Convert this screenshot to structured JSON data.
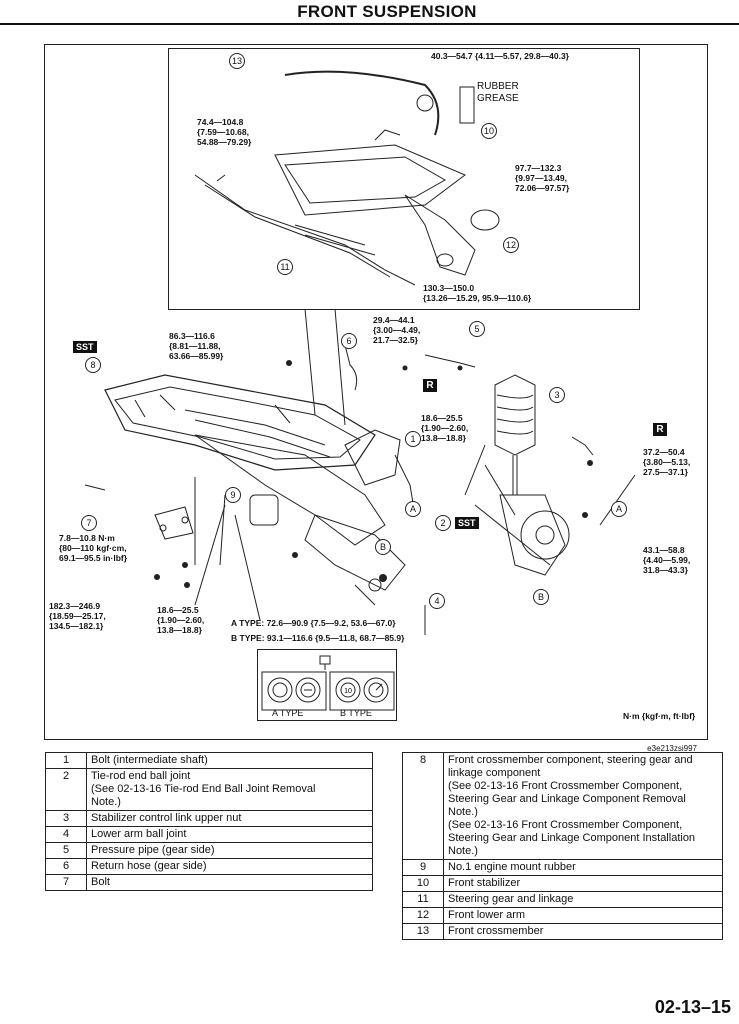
{
  "page": {
    "title": "FRONT SUSPENSION",
    "page_number": "02-13–15",
    "figure_ref": "e3e213zsi997"
  },
  "diagram": {
    "torque_labels": {
      "t1": "40.3—54.7 {4.11—5.57, 29.8—40.3}",
      "t2": "74.4—104.8\n{7.59—10.68,\n54.88—79.29}",
      "t3": "97.7—132.3\n{9.97—13.49,\n72.06—97.57}",
      "t4": "130.3—150.0\n{13.26—15.29, 95.9—110.6}",
      "t5": "86.3—116.6\n{8.81—11.88,\n63.66—85.99}",
      "t6": "29.4—44.1\n{3.00—4.49,\n21.7—32.5}",
      "t7": "18.6—25.5\n{1.90—2.60,\n13.8—18.8}",
      "t8": "37.2—50.4\n{3.80—5.13,\n27.5—37.1}",
      "t9": "7.8—10.8 N·m\n{80—110 kgf·cm,\n69.1—95.5 in·lbf}",
      "t10": "43.1—58.8\n{4.40—5.99,\n31.8—43.3}",
      "t11": "182.3—246.9\n{18.59—25.17,\n134.5—182.1}",
      "t12": "18.6—25.5\n{1.90—2.60,\n13.8—18.8}",
      "t13": "A TYPE: 72.6—90.9 {7.5—9.2, 53.6—67.0}",
      "t14": "B TYPE: 93.1—116.6 {9.5—11.8, 68.7—85.9}"
    },
    "grease_label": "RUBBER\nGREASE",
    "sst_label": "SST",
    "r_label": "R",
    "letter_a": "A",
    "letter_b": "B",
    "legend_a_type": "A TYPE",
    "legend_b_type": "B TYPE",
    "unit_note": "N·m {kgf·m, ft·lbf}",
    "callouts": [
      "1",
      "2",
      "3",
      "4",
      "5",
      "6",
      "7",
      "8",
      "9",
      "10",
      "11",
      "12",
      "13"
    ]
  },
  "parts_left": [
    {
      "num": "1",
      "desc": "Bolt (intermediate shaft)"
    },
    {
      "num": "2",
      "desc": "Tie-rod end ball joint\n(See 02-13-16 Tie-rod End Ball Joint Removal\nNote.)"
    },
    {
      "num": "3",
      "desc": "Stabilizer control link upper nut"
    },
    {
      "num": "4",
      "desc": "Lower arm ball joint"
    },
    {
      "num": "5",
      "desc": "Pressure pipe (gear side)"
    },
    {
      "num": "6",
      "desc": "Return hose (gear side)"
    },
    {
      "num": "7",
      "desc": "Bolt"
    }
  ],
  "parts_right": [
    {
      "num": "8",
      "desc": "Front crossmember component, steering gear and\nlinkage component\n(See 02-13-16 Front Crossmember Component,\nSteering Gear and Linkage Component Removal\nNote.)\n(See 02-13-16 Front Crossmember Component,\nSteering Gear and Linkage Component Installation\nNote.)"
    },
    {
      "num": "9",
      "desc": "No.1 engine mount rubber"
    },
    {
      "num": "10",
      "desc": "Front stabilizer"
    },
    {
      "num": "11",
      "desc": "Steering gear and linkage"
    },
    {
      "num": "12",
      "desc": "Front lower arm"
    },
    {
      "num": "13",
      "desc": "Front crossmember"
    }
  ]
}
